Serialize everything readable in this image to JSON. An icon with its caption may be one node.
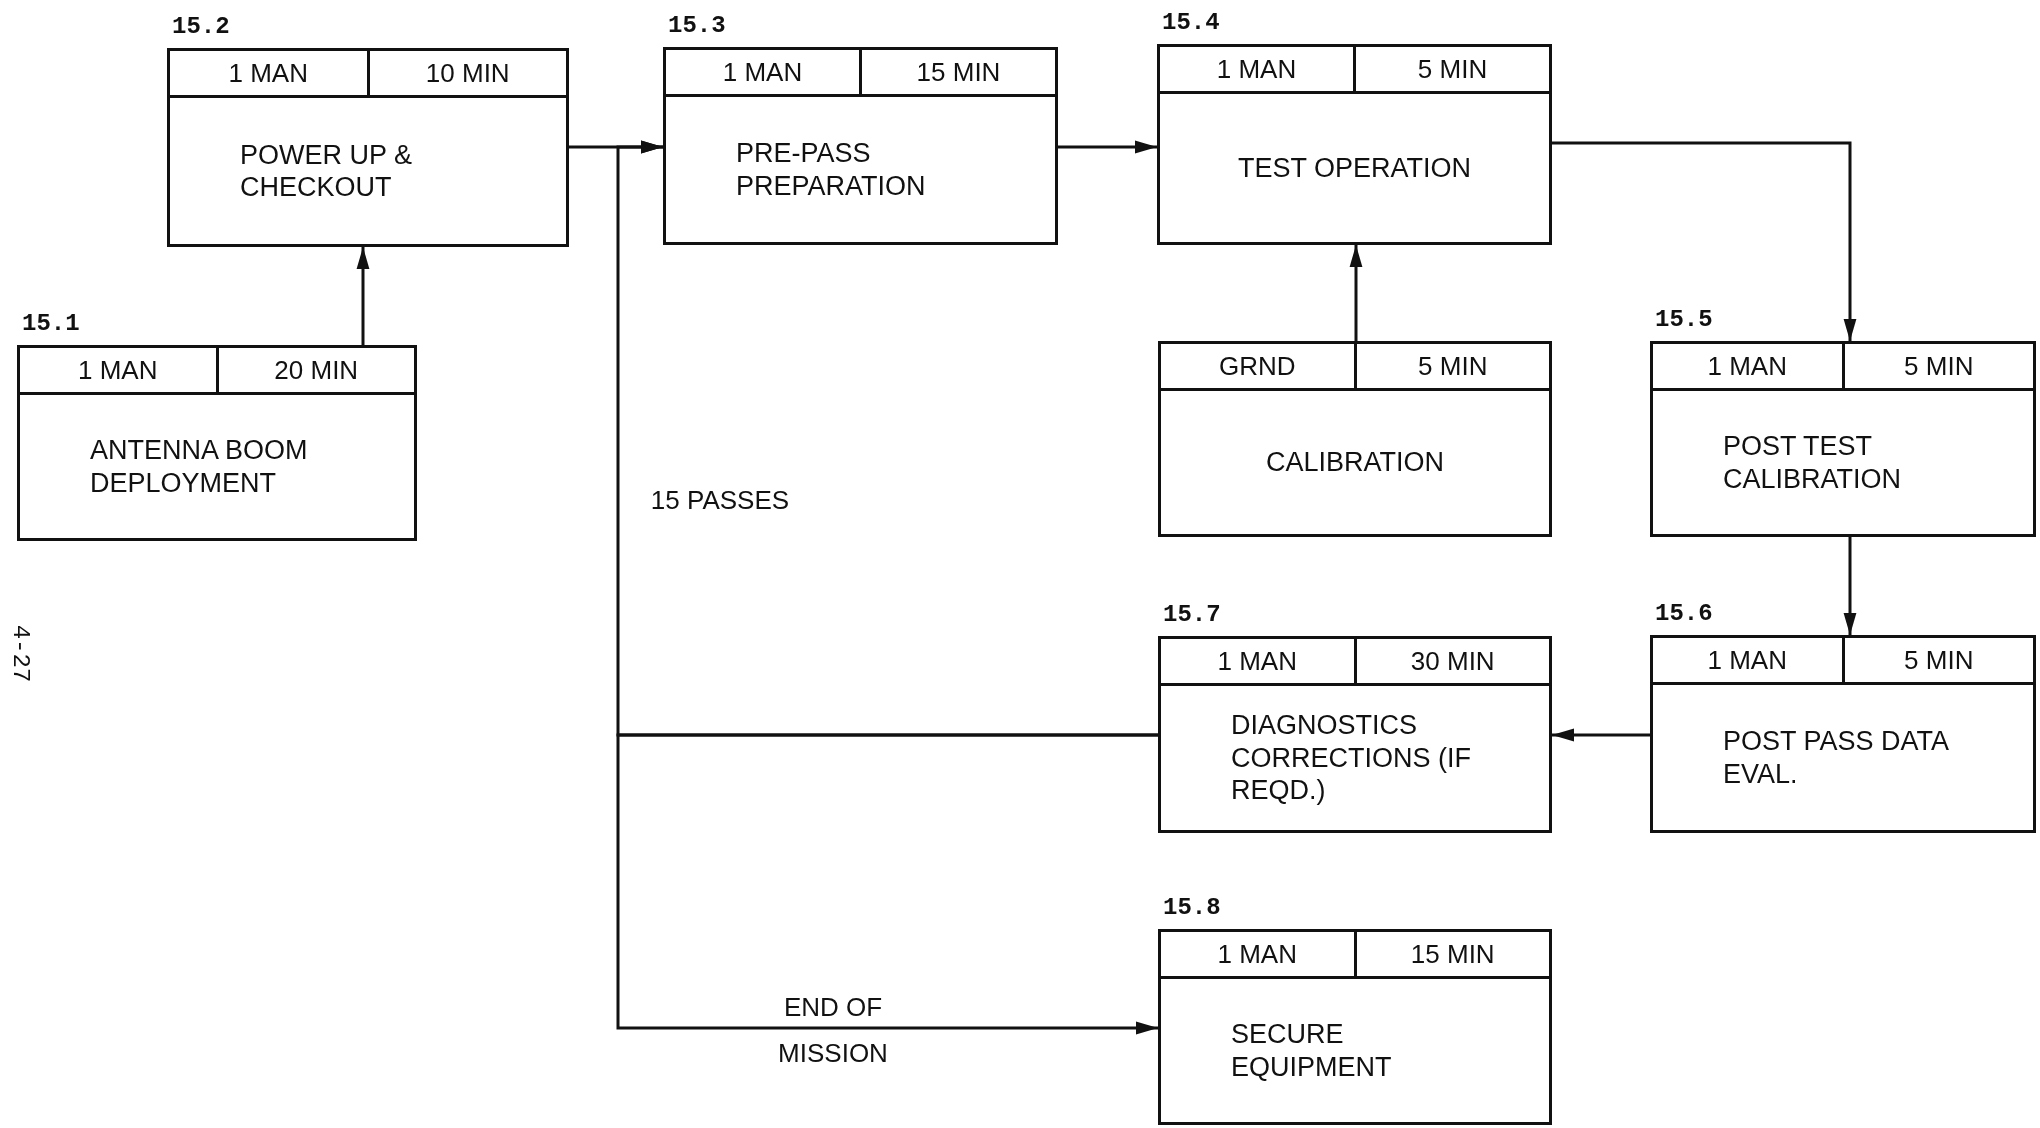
{
  "diagram": {
    "nodes": [
      {
        "text": [
          "15.1",
          "1 MAN",
          "20 MIN",
          "ANTENNA BOOM DEPLOYMENT"
        ]
      },
      {
        "text": [
          "15.2",
          "1 MAN",
          "10 MIN",
          "POWER UP & CHECKOUT"
        ]
      },
      {
        "text": [
          "15.3",
          "1 MAN",
          "15 MIN",
          "PRE-PASS PREPARATION"
        ]
      },
      {
        "text": [
          "15.4",
          "1 MAN",
          "5 MIN",
          "TEST OPERATION"
        ]
      },
      {
        "text": [
          "GRND",
          "5 MIN",
          "CALIBRATION"
        ]
      },
      {
        "text": [
          "15.5",
          "1 MAN",
          "5 MIN",
          "POST TEST CALIBRATION"
        ]
      },
      {
        "text": [
          "15.6",
          "1 MAN",
          "5 MIN",
          "POST PASS DATA EVAL."
        ]
      },
      {
        "text": [
          "15.7",
          "1 MAN",
          "30 MIN",
          "DIAGNOSTICS CORRECTIONS (IF REQD.)"
        ]
      },
      {
        "text": [
          "15.8",
          "1 MAN",
          "15 MIN",
          "SECURE EQUIPMENT"
        ]
      }
    ],
    "edges": [
      {
        "from": 0,
        "to": 1,
        "arrow": "to"
      },
      {
        "from": 1,
        "to": 2,
        "arrow": "to"
      },
      {
        "from": 2,
        "to": 3,
        "arrow": "to"
      },
      {
        "from": 4,
        "to": 3,
        "arrow": "to"
      },
      {
        "from": 3,
        "to": 5,
        "arrow": "to"
      },
      {
        "from": 5,
        "to": 6,
        "arrow": "to"
      },
      {
        "from": 6,
        "to": 7,
        "arrow": "to"
      },
      {
        "from": 7,
        "to": 2,
        "arrow": "to",
        "label": "15 PASSES"
      },
      {
        "from": 7,
        "to": 8,
        "arrow": "to",
        "label": "END OF MISSION"
      }
    ],
    "labels": [
      "4-27"
    ]
  }
}
